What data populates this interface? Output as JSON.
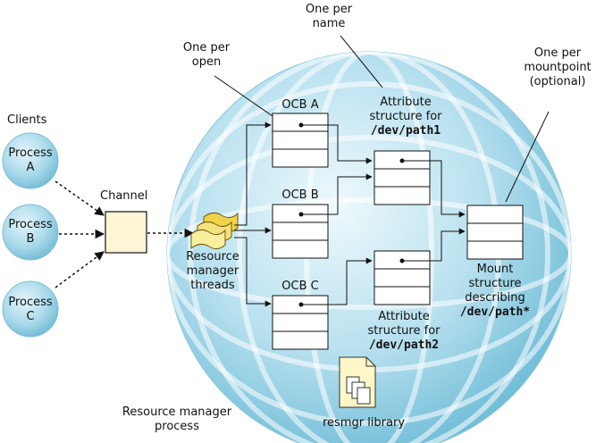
{
  "labels": {
    "clients": "Clients",
    "process_a": [
      "Process",
      "A"
    ],
    "process_b": [
      "Process",
      "B"
    ],
    "process_c": [
      "Process",
      "C"
    ],
    "channel": "Channel",
    "rm_threads": [
      "Resource",
      "manager",
      "threads"
    ],
    "one_per_open": [
      "One per",
      "open"
    ],
    "one_per_name": [
      "One per",
      "name"
    ],
    "one_per_mountpoint": [
      "One per",
      "mountpoint",
      "(optional)"
    ],
    "ocb_a": "OCB A",
    "ocb_b": "OCB B",
    "ocb_c": "OCB C",
    "attr1": [
      "Attribute",
      "structure for"
    ],
    "attr1_path": "/dev/path1",
    "attr2": [
      "Attribute",
      "structure for"
    ],
    "attr2_path": "/dev/path2",
    "mount": [
      "Mount",
      "structure",
      "describing"
    ],
    "mount_path": "/dev/path*",
    "resmgr_library": "resmgr library",
    "rm_process": [
      "Resource manager",
      "process"
    ]
  },
  "icons": {
    "threads": "threads-icon",
    "library": "library-documents-icon"
  },
  "colors": {
    "sphere_light": "#e6f5fb",
    "sphere_dark": "#7fc4dc",
    "process_ball": "#9dd3e6",
    "channel_box": "#fdf5d6",
    "struct_fill": "#ffffff",
    "library_page": "#fff7c8"
  }
}
